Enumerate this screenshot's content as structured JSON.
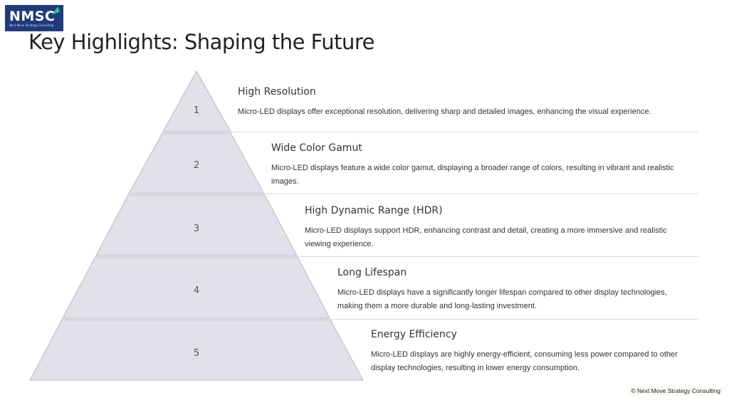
{
  "logo": {
    "text": "NMSC",
    "subtext": "Next Move Strategy Consulting"
  },
  "title": "Key Highlights: Shaping the Future",
  "levels": [
    {
      "number": "1",
      "title": "High Resolution",
      "description": "Micro-LED displays offer exceptional resolution, delivering sharp and detailed images, enhancing the visual experience."
    },
    {
      "number": "2",
      "title": "Wide Color Gamut",
      "description": "Micro-LED displays feature a wide color gamut, displaying a broader range of colors, resulting in vibrant and realistic images."
    },
    {
      "number": "3",
      "title": "High Dynamic Range (HDR)",
      "description": "Micro-LED displays support HDR, enhancing contrast and detail, creating a more immersive and realistic viewing experience."
    },
    {
      "number": "4",
      "title": "Long Lifespan",
      "description": "Micro-LED displays have a significantly longer lifespan compared to other display technologies, making them a more durable and long-lasting investment."
    },
    {
      "number": "5",
      "title": "Energy Efficiency",
      "description": "Micro-LED displays are highly energy-efficient, consuming less power compared to other display technologies, resulting in lower energy consumption."
    }
  ],
  "footer": "© Next Move Strategy Consulting",
  "colors": {
    "pyramid_fill": "#e1e1ea",
    "pyramid_stroke": "#b9b9c4",
    "logo_bg": "#1f3b7a"
  }
}
